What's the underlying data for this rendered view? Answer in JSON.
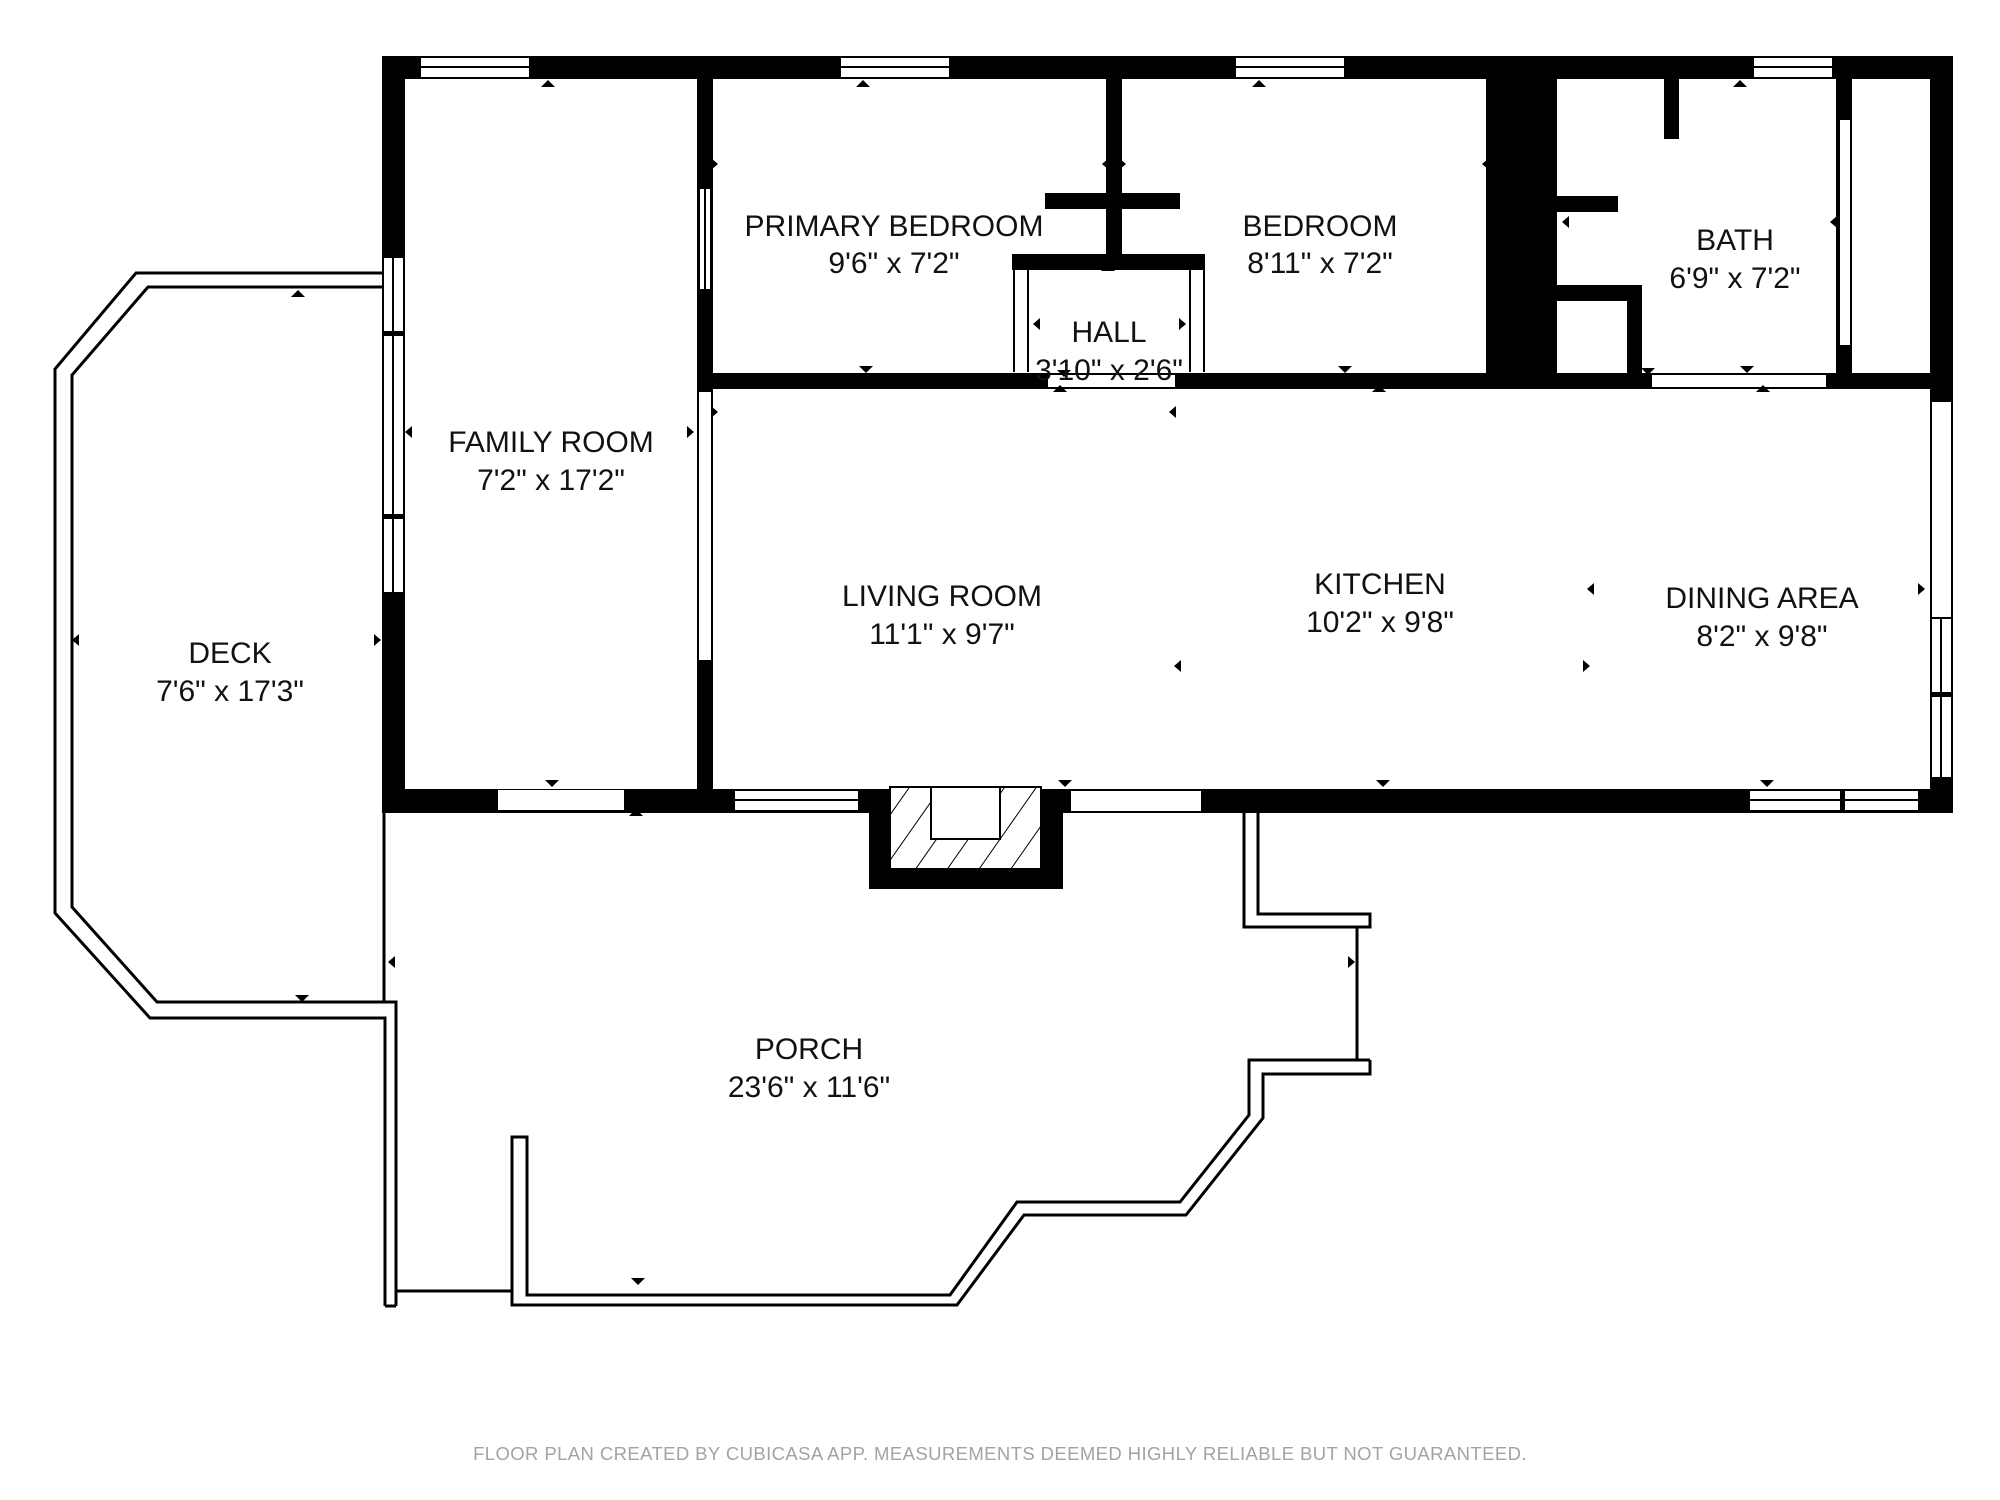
{
  "rooms": {
    "family_room": {
      "name": "FAMILY ROOM",
      "dims": "7'2\" x 17'2\""
    },
    "primary_bedroom": {
      "name": "PRIMARY BEDROOM",
      "dims": "9'6\" x 7'2\""
    },
    "hall": {
      "name": "HALL",
      "dims": "3'10\" x 2'6\""
    },
    "bedroom": {
      "name": "BEDROOM",
      "dims": "8'11\" x 7'2\""
    },
    "bath": {
      "name": "BATH",
      "dims": "6'9\" x 7'2\""
    },
    "deck": {
      "name": "DECK",
      "dims": "7'6\" x 17'3\""
    },
    "living_room": {
      "name": "LIVING ROOM",
      "dims": "11'1\" x 9'7\""
    },
    "kitchen": {
      "name": "KITCHEN",
      "dims": "10'2\" x 9'8\""
    },
    "dining_area": {
      "name": "DINING AREA",
      "dims": "8'2\" x 9'8\""
    },
    "porch": {
      "name": "PORCH",
      "dims": "23'6\" x 11'6\""
    }
  },
  "footer": "FLOOR PLAN CREATED BY CUBICASA APP. MEASUREMENTS DEEMED HIGHLY RELIABLE BUT NOT GUARANTEED.",
  "colors": {
    "wall": "#000000",
    "background": "#ffffff",
    "footer_text": "#a3a3a3"
  }
}
